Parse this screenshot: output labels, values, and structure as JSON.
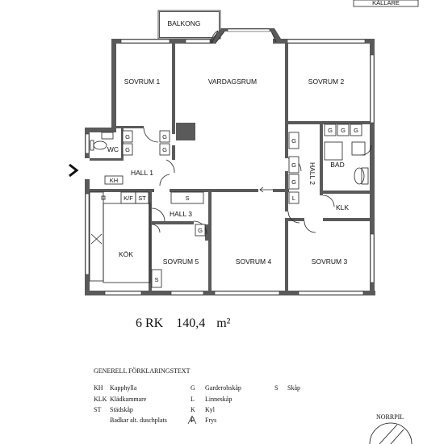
{
  "rooms": {
    "balkong": "BALKONG",
    "sovrum1": "SOVRUM 1",
    "vardagsrum": "VARDAGSRUM",
    "sovrum2": "SOVRUM 2",
    "wc": "WC",
    "hall1": "HALL 1",
    "hall2": "HALL 2",
    "hall3": "HALL 3",
    "bad": "BAD",
    "klk": "KLK",
    "kok": "KÖK",
    "sovrum5": "SOVRUM 5",
    "sovrum4": "SOVRUM 4",
    "sovrum3": "SOVRUM 3",
    "kallare": "KÄLLARE"
  },
  "fixtures": {
    "g": "G",
    "kh": "KH",
    "kf": "K/F",
    "st": "ST",
    "s": "S",
    "l": "L"
  },
  "summary": {
    "rooms": "6 RK",
    "area": "140,4",
    "unit": "m²"
  },
  "legend": {
    "title": "GENERELL FÖRKLARINGSTEXT",
    "entries": [
      {
        "code": "KH",
        "text": "Kapphylla"
      },
      {
        "code": "KLK",
        "text": "Klädkammare"
      },
      {
        "code": "ST",
        "text": "Städskåp"
      },
      {
        "code": "",
        "text": "Badkar alt. duschplats"
      },
      {
        "code": "G",
        "text": "Garderobskåp"
      },
      {
        "code": "L",
        "text": "Linneskåp"
      },
      {
        "code": "K",
        "text": "Kyl"
      },
      {
        "code": "F",
        "text": "Frys"
      },
      {
        "code": "S",
        "text": "Skåp"
      }
    ]
  },
  "compass": {
    "label": "NORRPIL"
  }
}
